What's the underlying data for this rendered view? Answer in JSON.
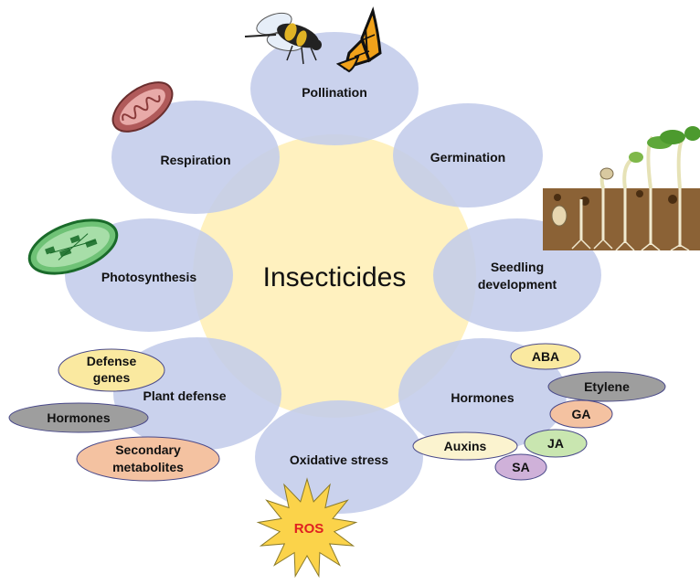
{
  "center": {
    "label": "Insecticides"
  },
  "processes": {
    "pollination": "Pollination",
    "germination": "Germination",
    "seedling_line1": "Seedling",
    "seedling_line2": "development",
    "hormones": "Hormones",
    "oxidative_stress": "Oxidative stress",
    "plant_defense": "Plant defense",
    "photosynthesis": "Photosynthesis",
    "respiration": "Respiration"
  },
  "hormone_tags": {
    "aba": "ABA",
    "etylene": "Etylene",
    "ga": "GA",
    "ja": "JA",
    "auxins": "Auxins",
    "sa": "SA"
  },
  "defense_tags": {
    "defense_genes_line1": "Defense",
    "defense_genes_line2": "genes",
    "hormones": "Hormones",
    "secondary_line1": "Secondary",
    "secondary_line2": "metabolites"
  },
  "ros": {
    "label": "ROS"
  },
  "colors": {
    "center_fill": "#fff1bf",
    "petal_fill": "#c3cceb",
    "aba": "#fae9a0",
    "etylene": "#9e9e9e",
    "ga": "#f4c2a1",
    "ja": "#c9e6b0",
    "auxins": "#fbf3cf",
    "sa": "#cfb1d9",
    "defense_genes": "#fae9a0",
    "hormones_gray": "#9e9e9e",
    "secondary": "#f4c2a1",
    "ros_fill": "#fbd34a",
    "ros_text": "#e02020"
  }
}
